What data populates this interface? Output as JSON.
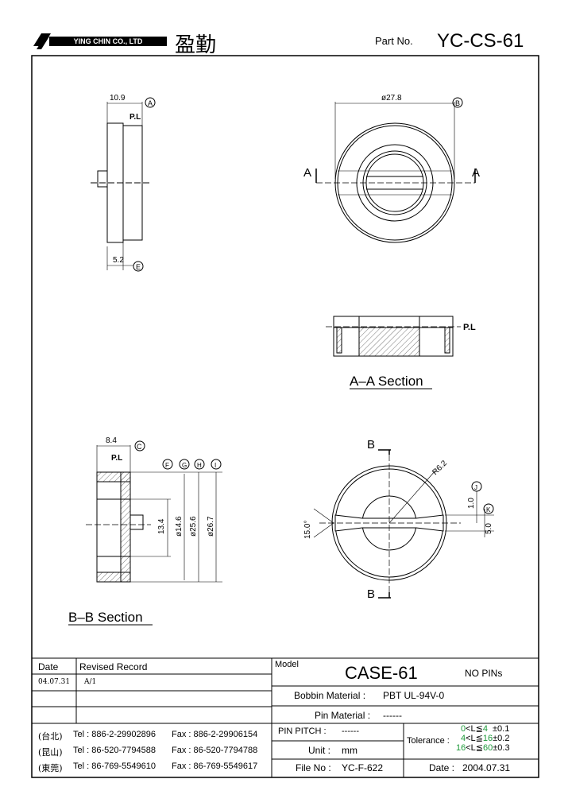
{
  "header": {
    "company": "YING CHIN CO., LTD",
    "company_cn": "盈勤",
    "part_no_label": "Part No.",
    "part_no": "YC-CS-61"
  },
  "drawing": {
    "side_width": "10.9",
    "side_label_a": "A",
    "side_pl": "P.L",
    "side_bottom": "5.2",
    "side_label_e": "E",
    "top_diameter": "ø27.8",
    "top_label_b": "B",
    "section_arrow": "A",
    "aa_pl": "P.L",
    "aa_title": "A–A Section",
    "bb_width": "8.4",
    "bb_label_c": "C",
    "bb_pl": "P.L",
    "bb_circles": [
      "F",
      "G",
      "H",
      "I"
    ],
    "bb_dims": [
      "13.4",
      "ø14.6",
      "ø25.6",
      "ø26.7"
    ],
    "bb_title": "B–B Section",
    "bottom_b": "B",
    "radius": "R6.2",
    "dim_j": "1.0",
    "label_j": "J",
    "dim_k": "5.0",
    "label_k": "K",
    "angle": "15.0°"
  },
  "revision": {
    "date_header": "Date",
    "record_header": "Revised Record",
    "rows": [
      {
        "date": "04.07.31",
        "record": "A/1"
      }
    ]
  },
  "contacts": [
    {
      "city": "(台北)",
      "tel": "Tel : 886-2-29902896",
      "fax": "Fax : 886-2-29906154"
    },
    {
      "city": "(昆山)",
      "tel": "Tel : 86-520-7794588",
      "fax": "Fax : 86-520-7794788"
    },
    {
      "city": "(東莞)",
      "tel": "Tel : 86-769-5549610",
      "fax": "Fax : 86-769-5549617"
    }
  ],
  "info": {
    "model_label": "Model",
    "model": "CASE-61",
    "pins": "NO PINs",
    "bobbin_label": "Bobbin  Material :",
    "bobbin_value": "PBT UL-94V-0",
    "pin_mat_label": "Pin  Material :",
    "pin_mat_value": "------",
    "pitch_label": "PIN  PITCH :",
    "pitch_value": "------",
    "unit_label": "Unit :",
    "unit_value": "mm",
    "file_label": "File  No :",
    "file_value": "YC-F-622",
    "tolerance_label": "Tolerance :",
    "tol": [
      {
        "lo": "0",
        "hi": "4",
        "val": "±0.1"
      },
      {
        "lo": "4",
        "hi": "16",
        "val": "±0.2"
      },
      {
        "lo": "16",
        "hi": "60",
        "val": "±0.3"
      }
    ],
    "tol_sep1": "<L≦",
    "date_label": "Date :",
    "date_value": "2004.07.31"
  },
  "colors": {
    "green": "#1e9a3a"
  }
}
